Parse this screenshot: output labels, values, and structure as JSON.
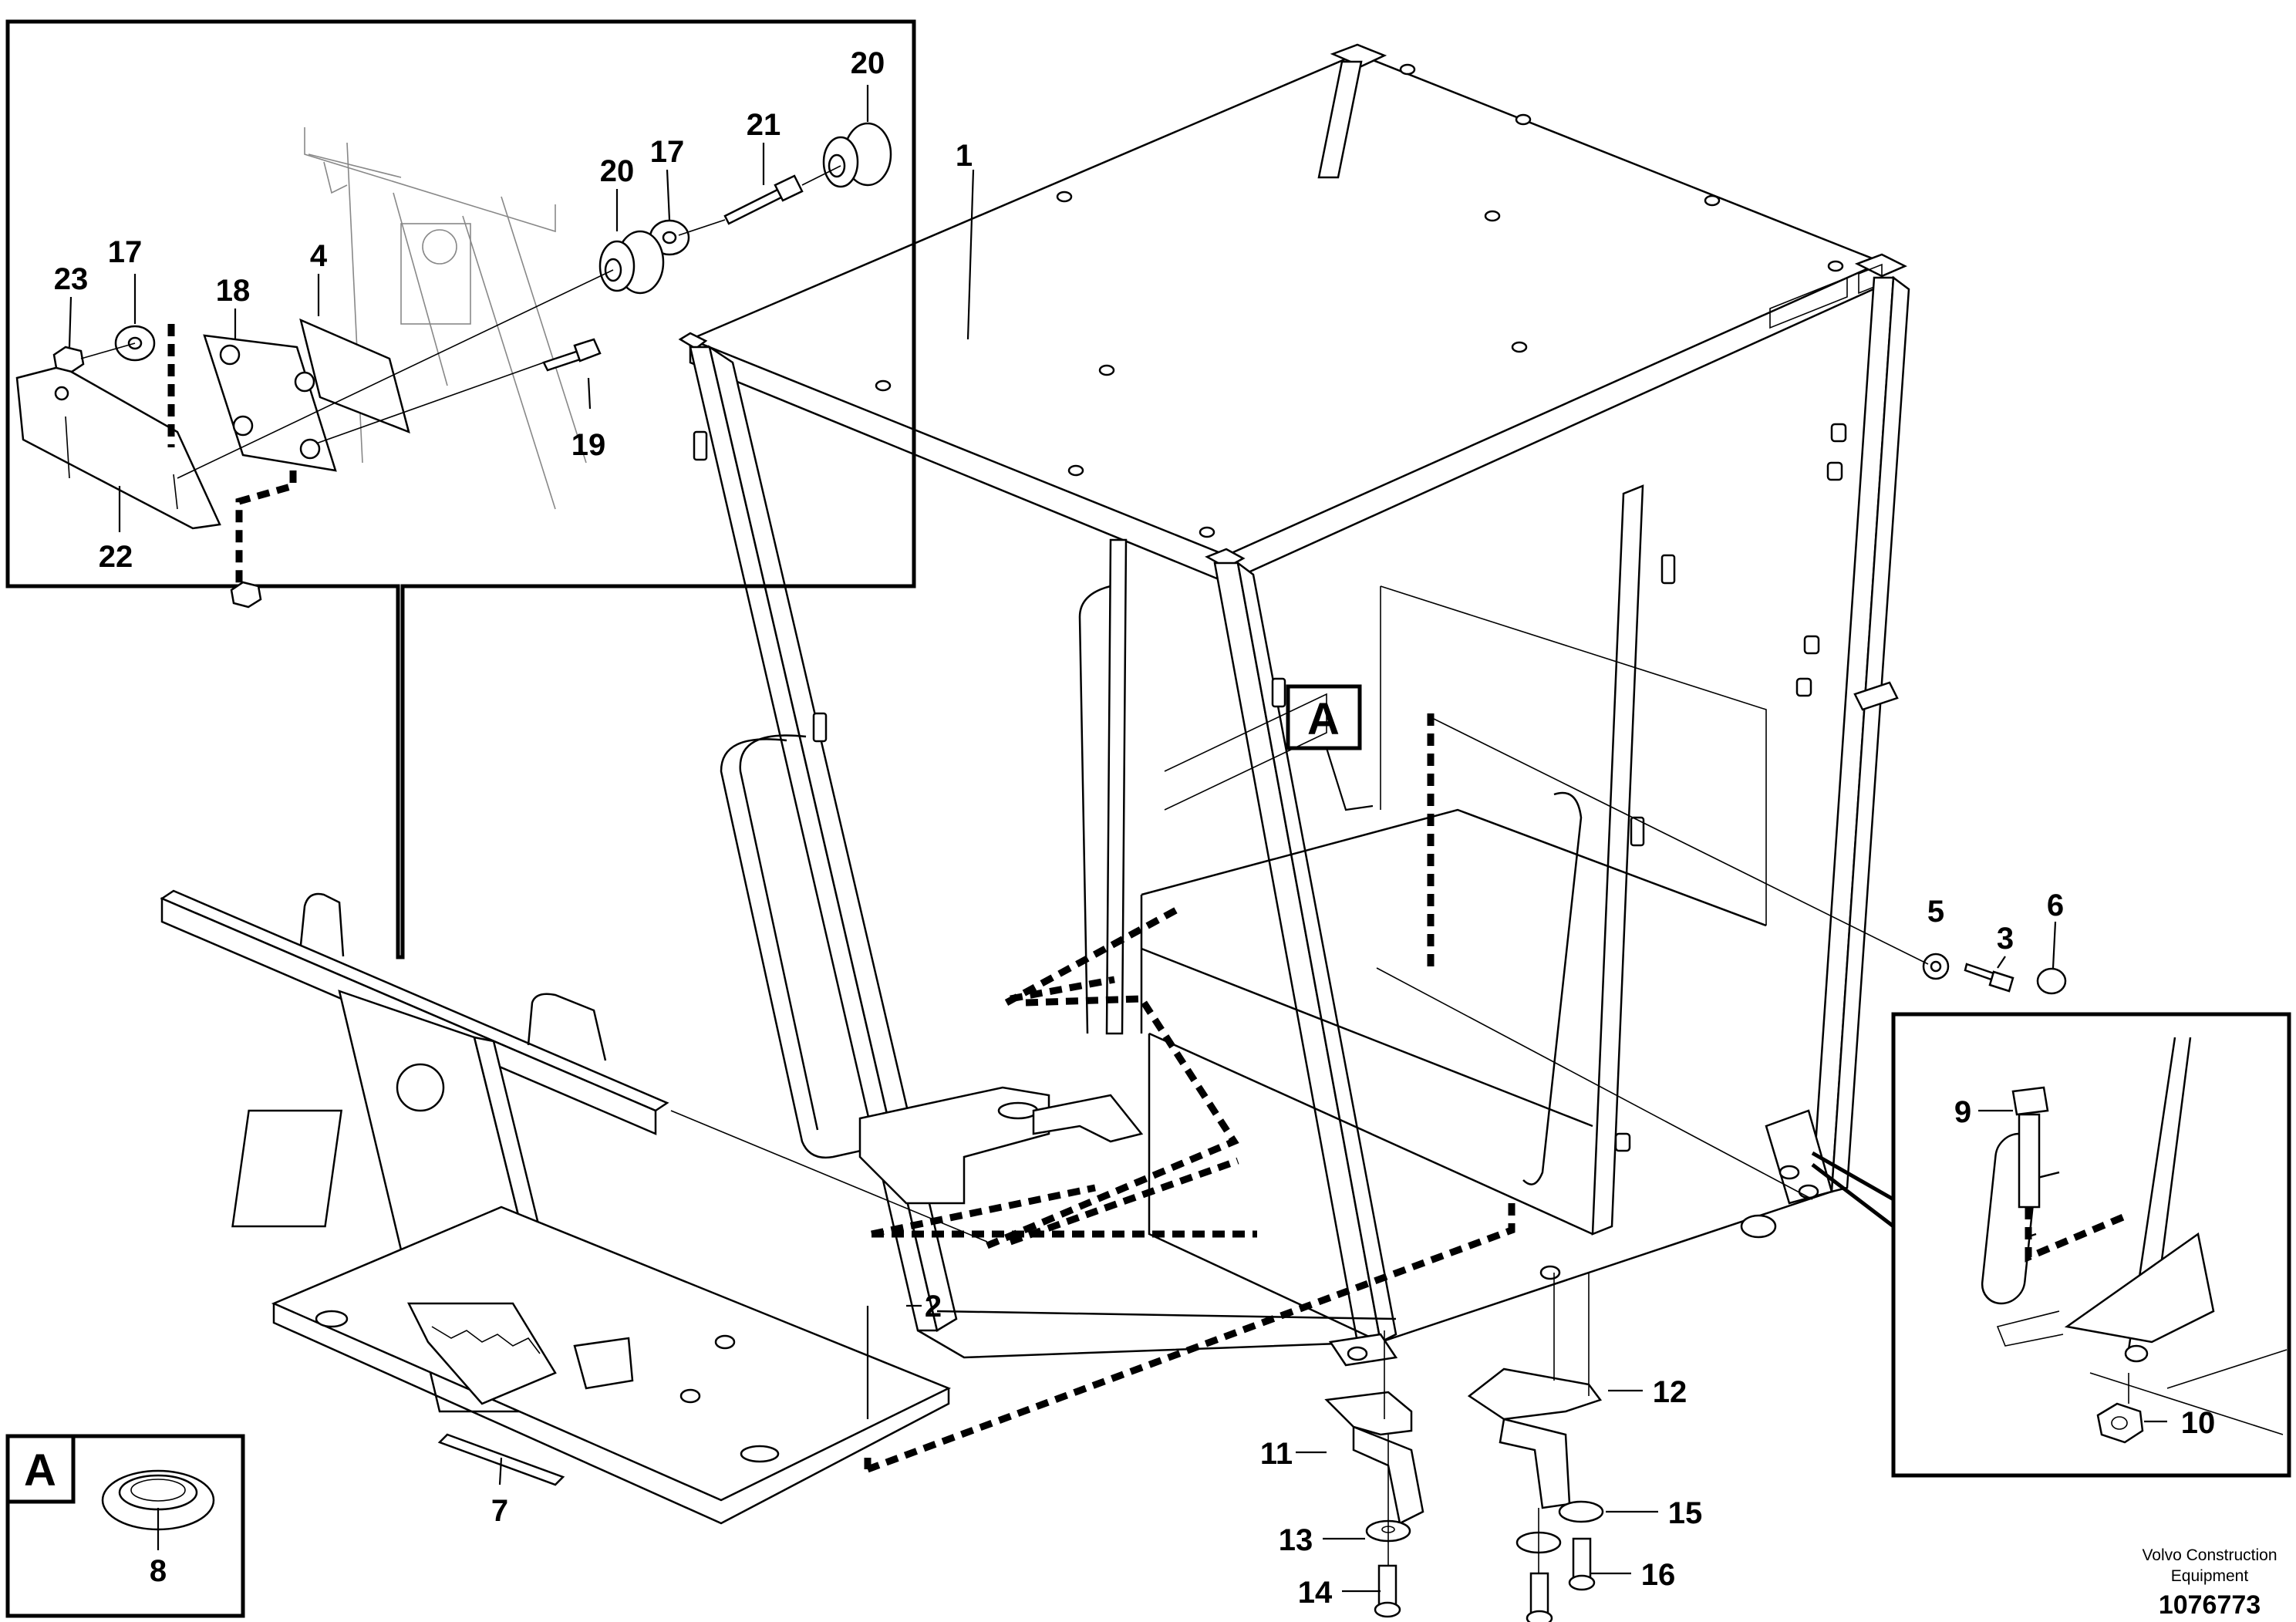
{
  "diagram": {
    "part_labels": [
      "1",
      "2",
      "3",
      "4",
      "5",
      "6",
      "7",
      "8",
      "9",
      "10",
      "11",
      "12",
      "13",
      "14",
      "15",
      "16",
      "17",
      "18",
      "19",
      "20",
      "21",
      "22",
      "23"
    ],
    "detail_letter": "A",
    "legend_letter": "A",
    "footer": {
      "company_line1": "Volvo Construction",
      "company_line2": "Equipment",
      "document_number": "1076773"
    }
  }
}
